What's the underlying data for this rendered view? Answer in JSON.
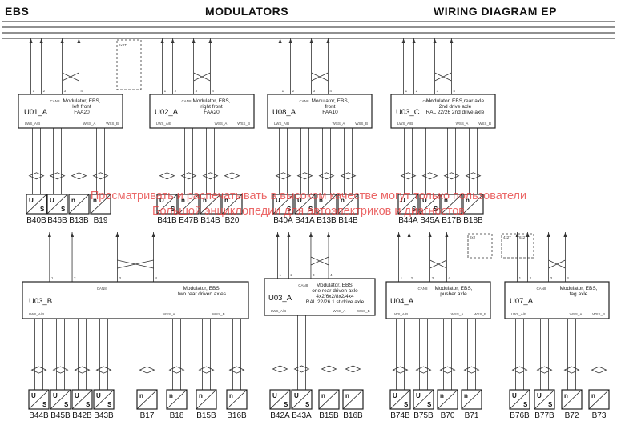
{
  "header": {
    "left": "EBS",
    "center": "MODULATORS",
    "right": "WIRING DIAGRAM EP"
  },
  "watermark": {
    "line1": "Просматривать и распечатывать в высоком качестве могут только пользователи",
    "line2": "Большой энциклопедии для автоэлектриков и диагностов"
  },
  "modules": [
    {
      "id": "U01_A",
      "desc": [
        "Modulator, EBS,",
        "left front",
        "FAA20"
      ]
    },
    {
      "id": "U02_A",
      "desc": [
        "Modulator, EBS,",
        "right front",
        "FAA20"
      ]
    },
    {
      "id": "U08_A",
      "desc": [
        "Modulator, EBS,",
        "front",
        "FAA10"
      ]
    },
    {
      "id": "U03_C",
      "desc": [
        "Modulator, EBS,rear axle",
        "2nd drive axle",
        "RAL 22/26 2nd drive axle"
      ]
    },
    {
      "id": "U03_B",
      "desc": [
        "Modulator, EBS,",
        "two rear driven axles"
      ]
    },
    {
      "id": "U03_A",
      "desc": [
        "Modulator, EBS,",
        "one rear driven axle",
        "4x2/6x2/8x2/4x4",
        "RAL 22/26 1 st drive axle"
      ]
    },
    {
      "id": "U04_A",
      "desc": [
        "Modulator, EBS,",
        "pusher axle"
      ]
    },
    {
      "id": "U07_A",
      "desc": [
        "Modulator, EBS,",
        "tag axle"
      ]
    }
  ],
  "components": [
    {
      "label": "B40B",
      "type": "U S"
    },
    {
      "label": "B46B",
      "type": "U S"
    },
    {
      "label": "B13B",
      "type": "n"
    },
    {
      "label": "B19",
      "type": "n"
    },
    {
      "label": "B41B",
      "type": "U S"
    },
    {
      "label": "E47B",
      "type": "n"
    },
    {
      "label": "B14B",
      "type": "n"
    },
    {
      "label": "B20",
      "type": "n"
    },
    {
      "label": "B40A",
      "type": "U S"
    },
    {
      "label": "B41A",
      "type": "U S"
    },
    {
      "label": "B13B",
      "type": "n"
    },
    {
      "label": "B14B",
      "type": "n"
    },
    {
      "label": "B44A",
      "type": "U S"
    },
    {
      "label": "B45A",
      "type": "U S"
    },
    {
      "label": "B17B",
      "type": "n"
    },
    {
      "label": "B18B",
      "type": "n"
    },
    {
      "label": "B44B",
      "type": "U S"
    },
    {
      "label": "B45B",
      "type": "U S"
    },
    {
      "label": "B42B",
      "type": "U S"
    },
    {
      "label": "B43B",
      "type": "U S"
    },
    {
      "label": "B17",
      "type": "n"
    },
    {
      "label": "B18",
      "type": "n"
    },
    {
      "label": "B15B",
      "type": "n"
    },
    {
      "label": "B16B",
      "type": "n"
    },
    {
      "label": "B42A",
      "type": "U S"
    },
    {
      "label": "B43A",
      "type": "U S"
    },
    {
      "label": "B15B",
      "type": "n"
    },
    {
      "label": "B16B",
      "type": "n"
    },
    {
      "label": "B74B",
      "type": "U S"
    },
    {
      "label": "B75B",
      "type": "U S"
    },
    {
      "label": "B70",
      "type": "n"
    },
    {
      "label": "B71",
      "type": "n"
    },
    {
      "label": "B76B",
      "type": "U S"
    },
    {
      "label": "B77B",
      "type": "U S"
    },
    {
      "label": "B72",
      "type": "n"
    },
    {
      "label": "B73",
      "type": "n"
    }
  ],
  "small_labels": {
    "can": "CAN8",
    "wss_a": "WSS_A",
    "wss_b": "WSS_B",
    "lws_ab": "LWS_A/B",
    "boxes": [
      "6x2T",
      "8x2",
      "4x2T",
      "6x2T"
    ]
  }
}
